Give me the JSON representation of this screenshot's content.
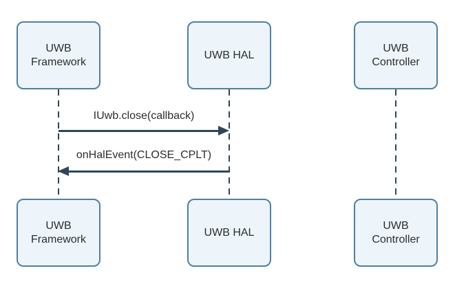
{
  "diagram": {
    "type": "sequence-diagram",
    "background": "#ffffff",
    "colors": {
      "box_fill": "#edf5fa",
      "box_border": "#4e7fa6",
      "line": "#2e4657",
      "text": "#2d2d2d"
    },
    "actors": [
      {
        "id": "uwb-framework",
        "label": "UWB Framework"
      },
      {
        "id": "uwb-hal",
        "label": "UWB HAL"
      },
      {
        "id": "uwb-controller",
        "label": "UWB Controller"
      }
    ],
    "messages": [
      {
        "label": "IUwb.close(callback)",
        "from": "uwb-framework",
        "to": "uwb-hal",
        "direction": "right",
        "arrow": "solid"
      },
      {
        "label": "onHalEvent(CLOSE_CPLT)",
        "from": "uwb-hal",
        "to": "uwb-framework",
        "direction": "left",
        "arrow": "solid"
      }
    ]
  }
}
